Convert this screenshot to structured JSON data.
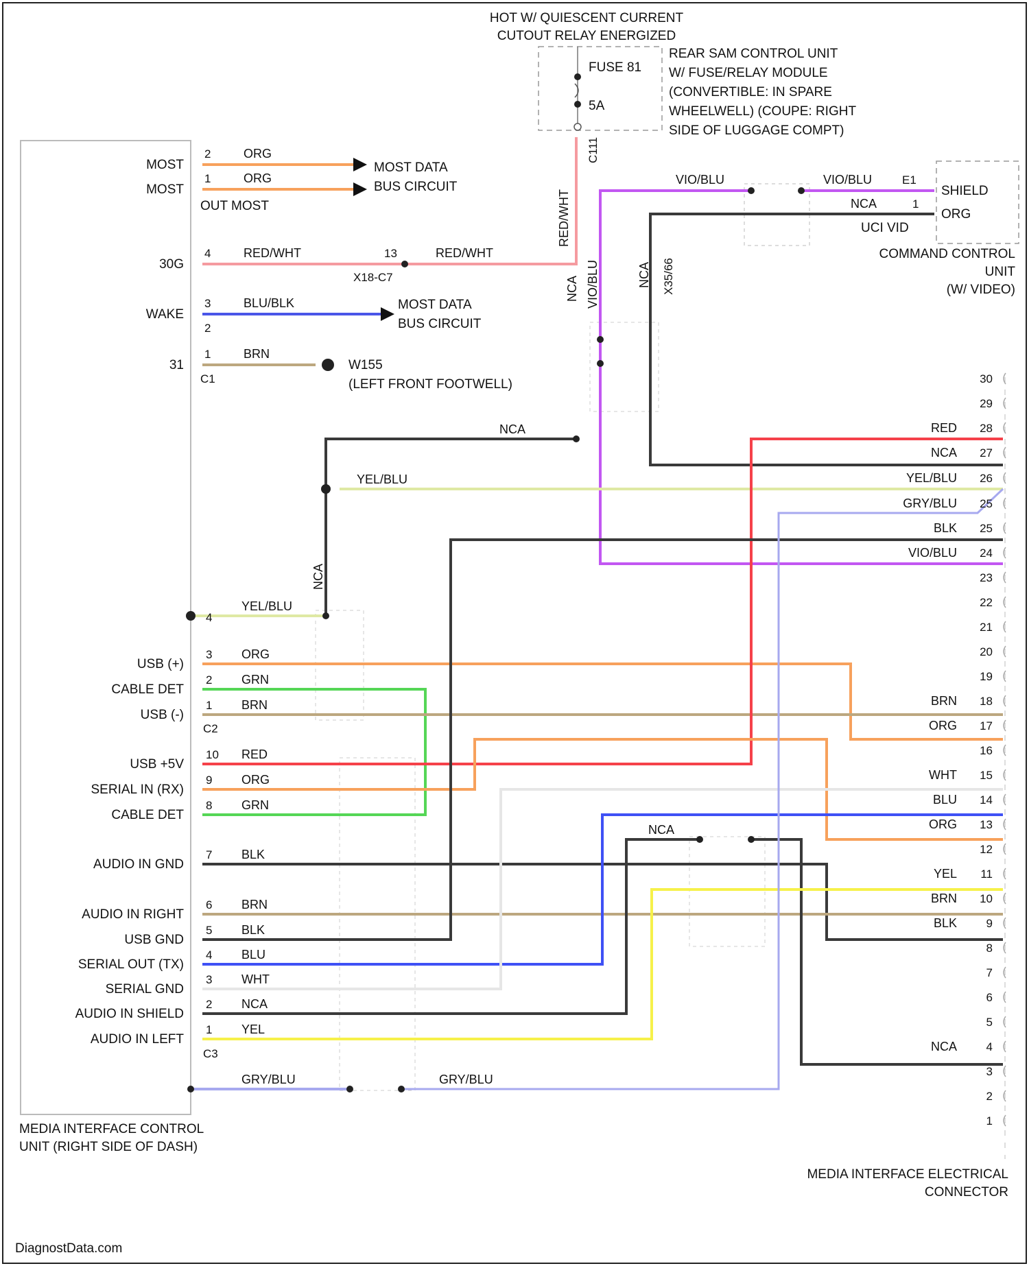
{
  "colors": {
    "ORG": "#f7a15c",
    "RED": "#f5414a",
    "REDWHT": "#f59ba0",
    "BLUBLK": "#4a56e8",
    "BRN": "#bca77f",
    "BLK": "#3a3a3a",
    "NCA": "#3a3a3a",
    "VIOBLU": "#c257f2",
    "YELBLU": "#dfe9a4",
    "GRYBLU": "#a7a9ef",
    "GRN": "#55d656",
    "BLU": "#3f51f5",
    "YEL": "#f6f14a",
    "WHT": "#e6e6e6"
  },
  "top_note": {
    "line1": "HOT W/ QUIESCENT CURRENT",
    "line2": "CUTOUT RELAY ENERGIZED"
  },
  "fuse": {
    "name": "FUSE 81",
    "rating": "5A"
  },
  "rear_sam": {
    "lines": [
      "REAR SAM CONTROL UNIT",
      "W/ FUSE/RELAY MODULE",
      "(CONVERTIBLE: IN SPARE",
      "WHEELWELL) (COUPE: RIGHT",
      "SIDE OF LUGGAGE COMPT)"
    ],
    "connector": "C111"
  },
  "mic": {
    "title": [
      "MEDIA INTERFACE CONTROL",
      "UNIT (RIGHT SIDE OF DASH)"
    ],
    "c1": [
      {
        "label": "MOST",
        "pin": "2",
        "wire": "ORG",
        "color": "ORG"
      },
      {
        "label": "MOST",
        "pin": "1",
        "wire": "ORG",
        "color": "ORG"
      },
      {
        "label": "",
        "pin": "",
        "wire": "",
        "color": ""
      },
      {
        "label": "30G",
        "pin": "4",
        "wire": "RED/WHT",
        "color": "REDWHT"
      },
      {
        "label": "",
        "pin": "",
        "wire": "",
        "color": ""
      },
      {
        "label": "WAKE",
        "pin": "3",
        "wire": "BLU/BLK",
        "color": "BLUBLK"
      },
      {
        "label": "",
        "pin": "",
        "wire": "",
        "color": ""
      },
      {
        "label": "31",
        "pin": "1",
        "wire": "BRN",
        "color": "BRN"
      }
    ],
    "out_most": "OUT MOST",
    "pin_extra": "2",
    "c1_name": "C1",
    "c2": [
      {
        "label": "",
        "pin": "4",
        "wire": "",
        "color": ""
      },
      {
        "label": "USB (+)",
        "pin": "3",
        "wire": "ORG",
        "color": "ORG"
      },
      {
        "label": "CABLE DET",
        "pin": "2",
        "wire": "GRN",
        "color": "GRN"
      },
      {
        "label": "USB (-)",
        "pin": "1",
        "wire": "BRN",
        "color": "BRN"
      }
    ],
    "c2_name": "C2",
    "c3": [
      {
        "label": "USB +5V",
        "pin": "10",
        "wire": "RED",
        "color": "RED"
      },
      {
        "label": "SERIAL IN (RX)",
        "pin": "9",
        "wire": "ORG",
        "color": "ORG"
      },
      {
        "label": "CABLE DET",
        "pin": "8",
        "wire": "GRN",
        "color": "GRN"
      },
      {
        "label": "AUDIO IN GND",
        "pin": "7",
        "wire": "BLK",
        "color": "BLK"
      },
      {
        "label": "AUDIO IN RIGHT",
        "pin": "6",
        "wire": "BRN",
        "color": "BRN"
      },
      {
        "label": "USB GND",
        "pin": "5",
        "wire": "BLK",
        "color": "BLK"
      },
      {
        "label": "SERIAL OUT (TX)",
        "pin": "4",
        "wire": "BLU",
        "color": "BLU"
      },
      {
        "label": "SERIAL GND",
        "pin": "3",
        "wire": "WHT",
        "color": "WHT"
      },
      {
        "label": "AUDIO IN SHIELD",
        "pin": "2",
        "wire": "NCA",
        "color": "NCA"
      },
      {
        "label": "AUDIO IN LEFT",
        "pin": "1",
        "wire": "YEL",
        "color": "YEL"
      }
    ],
    "c3_name": "C3",
    "yel_blu": "YEL/BLU",
    "gry_blu": "GRY/BLU"
  },
  "most_data_1": [
    "MOST DATA",
    "BUS CIRCUIT"
  ],
  "most_data_2": [
    "MOST DATA",
    "BUS CIRCUIT"
  ],
  "w155": [
    "W155",
    "(LEFT FRONT FOOTWELL)"
  ],
  "x18": {
    "pin": "13",
    "name": "X18-C7",
    "wire_right": "RED/WHT",
    "vertical": "RED/WHT"
  },
  "ccu": {
    "title": [
      "COMMAND CONTROL",
      "UNIT",
      "(W/ VIDEO)"
    ],
    "pin1": "E1",
    "pin2": "1",
    "shield": "SHIELD",
    "org": "ORG",
    "uci": "UCI VID",
    "wire1": "VIO/BLU",
    "wire2": "VIO/BLU",
    "wire3": "NCA"
  },
  "splice": {
    "vio": "VIO/BLU",
    "nca": "NCA",
    "code": "X35/66",
    "nca2": "NCA"
  },
  "nca_branch": "NCA",
  "mie": {
    "title": [
      "MEDIA INTERFACE ELECTRICAL",
      "CONNECTOR"
    ],
    "pins": [
      {
        "pin": "30",
        "wire": ""
      },
      {
        "pin": "29",
        "wire": ""
      },
      {
        "pin": "28",
        "wire": "RED"
      },
      {
        "pin": "27",
        "wire": "NCA"
      },
      {
        "pin": "26",
        "wire": "YEL/BLU"
      },
      {
        "pin": "25",
        "wire": "GRY/BLU"
      },
      {
        "pin": "25",
        "wire": "BLK"
      },
      {
        "pin": "24",
        "wire": "VIO/BLU"
      },
      {
        "pin": "23",
        "wire": ""
      },
      {
        "pin": "22",
        "wire": ""
      },
      {
        "pin": "21",
        "wire": ""
      },
      {
        "pin": "20",
        "wire": ""
      },
      {
        "pin": "19",
        "wire": ""
      },
      {
        "pin": "18",
        "wire": "BRN"
      },
      {
        "pin": "17",
        "wire": "ORG"
      },
      {
        "pin": "16",
        "wire": ""
      },
      {
        "pin": "15",
        "wire": "WHT"
      },
      {
        "pin": "14",
        "wire": "BLU"
      },
      {
        "pin": "13",
        "wire": "ORG"
      },
      {
        "pin": "12",
        "wire": ""
      },
      {
        "pin": "11",
        "wire": "YEL"
      },
      {
        "pin": "10",
        "wire": "BRN"
      },
      {
        "pin": "9",
        "wire": "BLK"
      },
      {
        "pin": "8",
        "wire": ""
      },
      {
        "pin": "7",
        "wire": ""
      },
      {
        "pin": "6",
        "wire": ""
      },
      {
        "pin": "5",
        "wire": ""
      },
      {
        "pin": "4",
        "wire": "NCA"
      },
      {
        "pin": "3",
        "wire": ""
      },
      {
        "pin": "2",
        "wire": ""
      },
      {
        "pin": "1",
        "wire": ""
      }
    ]
  },
  "nca_mid": "NCA",
  "footer": "DiagnostData.com"
}
